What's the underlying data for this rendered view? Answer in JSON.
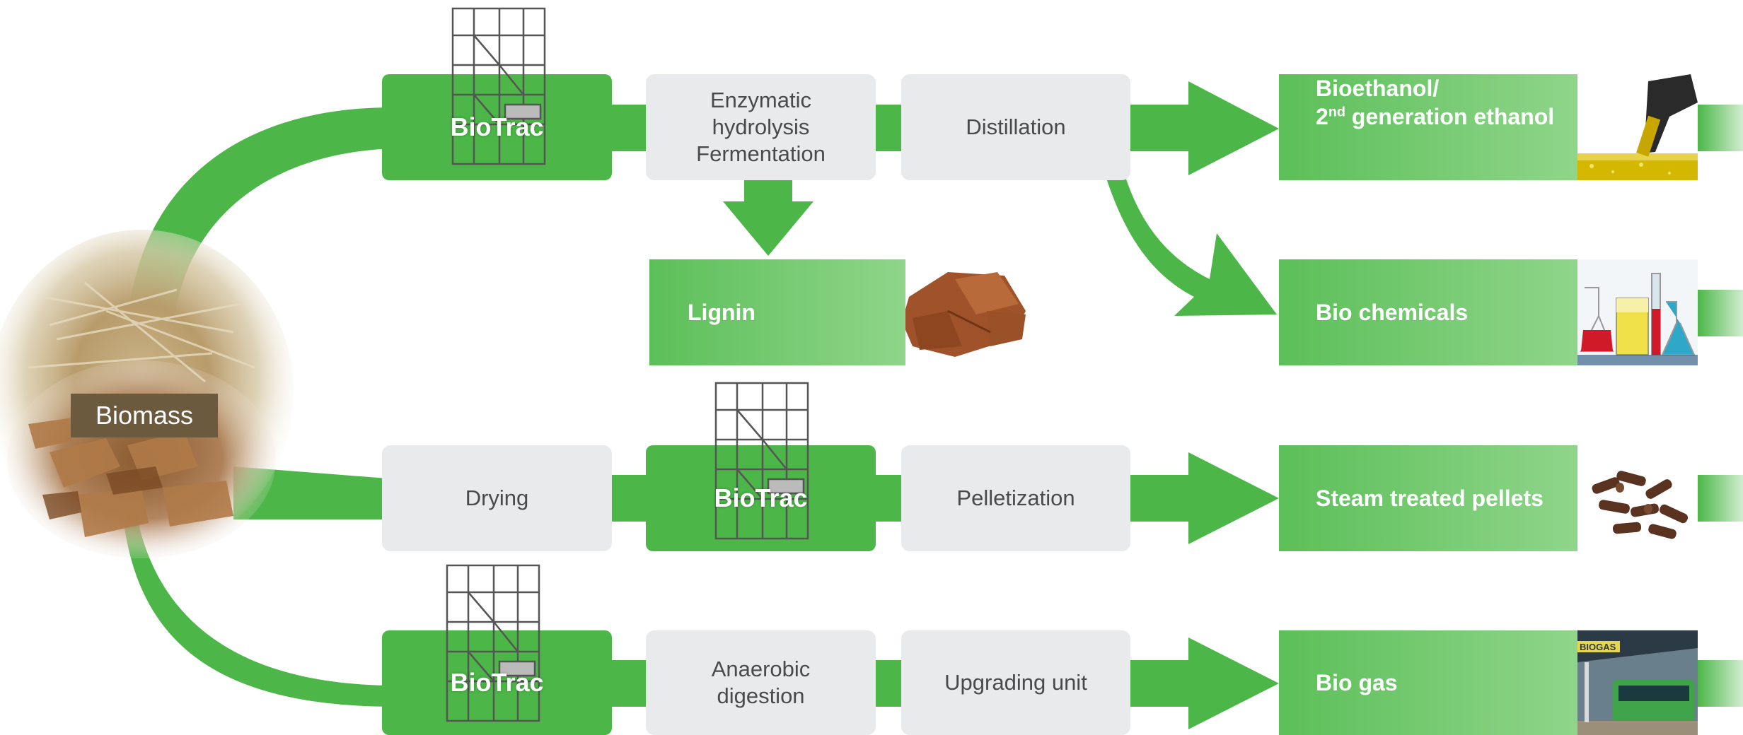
{
  "biomass": {
    "label": "Biomass"
  },
  "biotrac_label": "BioTrac",
  "process": {
    "enzymatic_lines": [
      "Enzymatic",
      "hydrolysis",
      "Fermentation"
    ],
    "distillation": "Distillation",
    "drying": "Drying",
    "pelletization": "Pelletization",
    "anaerobic_lines": [
      "Anaerobic",
      "digestion"
    ],
    "upgrading": "Upgrading unit"
  },
  "byproduct": {
    "lignin": "Lignin"
  },
  "products": {
    "bioethanol_line1": "Bioethanol/",
    "bioethanol_num": "2",
    "bioethanol_sup": "nd",
    "bioethanol_rest": " generation ethanol",
    "biochemicals": "Bio chemicals",
    "pellets": "Steam treated pellets",
    "biogas": "Bio gas"
  },
  "image_text": {
    "biogas_sign": "BIOGAS"
  },
  "colors": {
    "flow_green": "#4cb748",
    "product_green": "#6cc668",
    "process_grey": "#e9eaeb",
    "biomass_label_bg": "#6b5a3e"
  }
}
